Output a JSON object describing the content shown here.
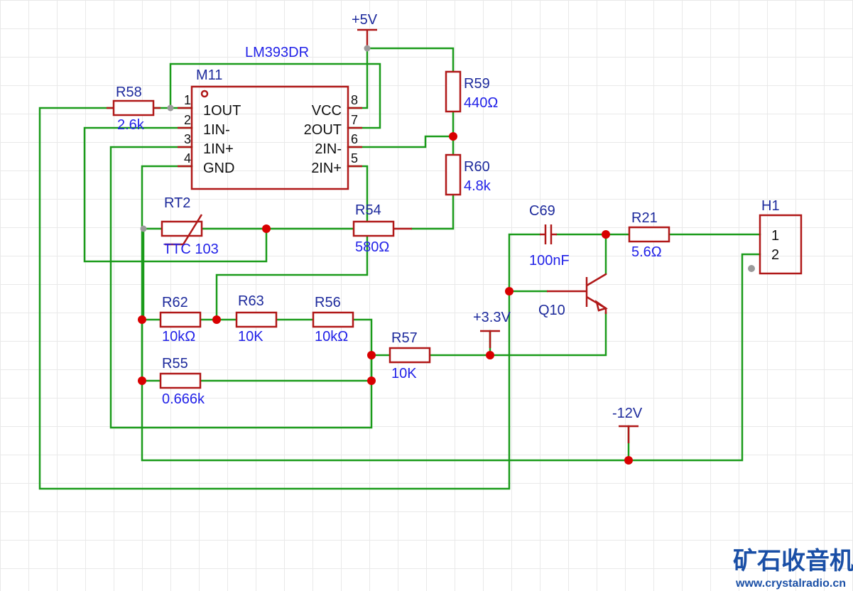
{
  "power": {
    "vcc5": "+5V",
    "vcc33": "+3.3V",
    "vneg12": "-12V"
  },
  "ic": {
    "ref": "M11",
    "part": "LM393DR",
    "pins_left": [
      {
        "num": "1",
        "name": "1OUT"
      },
      {
        "num": "2",
        "name": "1IN-"
      },
      {
        "num": "3",
        "name": "1IN+"
      },
      {
        "num": "4",
        "name": "GND"
      }
    ],
    "pins_right": [
      {
        "num": "8",
        "name": "VCC"
      },
      {
        "num": "7",
        "name": "2OUT"
      },
      {
        "num": "6",
        "name": "2IN-"
      },
      {
        "num": "5",
        "name": "2IN+"
      }
    ]
  },
  "components": {
    "r58": {
      "ref": "R58",
      "value": "2.6k"
    },
    "r59": {
      "ref": "R59",
      "value": "440Ω"
    },
    "r60": {
      "ref": "R60",
      "value": "4.8k"
    },
    "rt2": {
      "ref": "RT2",
      "value": "TTC 103"
    },
    "r54": {
      "ref": "R54",
      "value": "580Ω"
    },
    "r62": {
      "ref": "R62",
      "value": "10kΩ"
    },
    "r63": {
      "ref": "R63",
      "value": "10K"
    },
    "r56": {
      "ref": "R56",
      "value": "10kΩ"
    },
    "r57": {
      "ref": "R57",
      "value": "10K"
    },
    "r55": {
      "ref": "R55",
      "value": "0.666k"
    },
    "c69": {
      "ref": "C69",
      "value": "100nF"
    },
    "r21": {
      "ref": "R21",
      "value": "5.6Ω"
    },
    "q10": {
      "ref": "Q10"
    },
    "h1": {
      "ref": "H1",
      "pins": [
        "1",
        "2"
      ]
    }
  },
  "watermark": {
    "name": "矿石收音机",
    "url": "www.crystalradio.cn"
  },
  "colors": {
    "wire": "#1a9b1a",
    "part": "#b01818",
    "junction": "#d80000",
    "designator": "#1d2a9c",
    "value": "#2222e8",
    "watermark": "#1a4fa6"
  }
}
